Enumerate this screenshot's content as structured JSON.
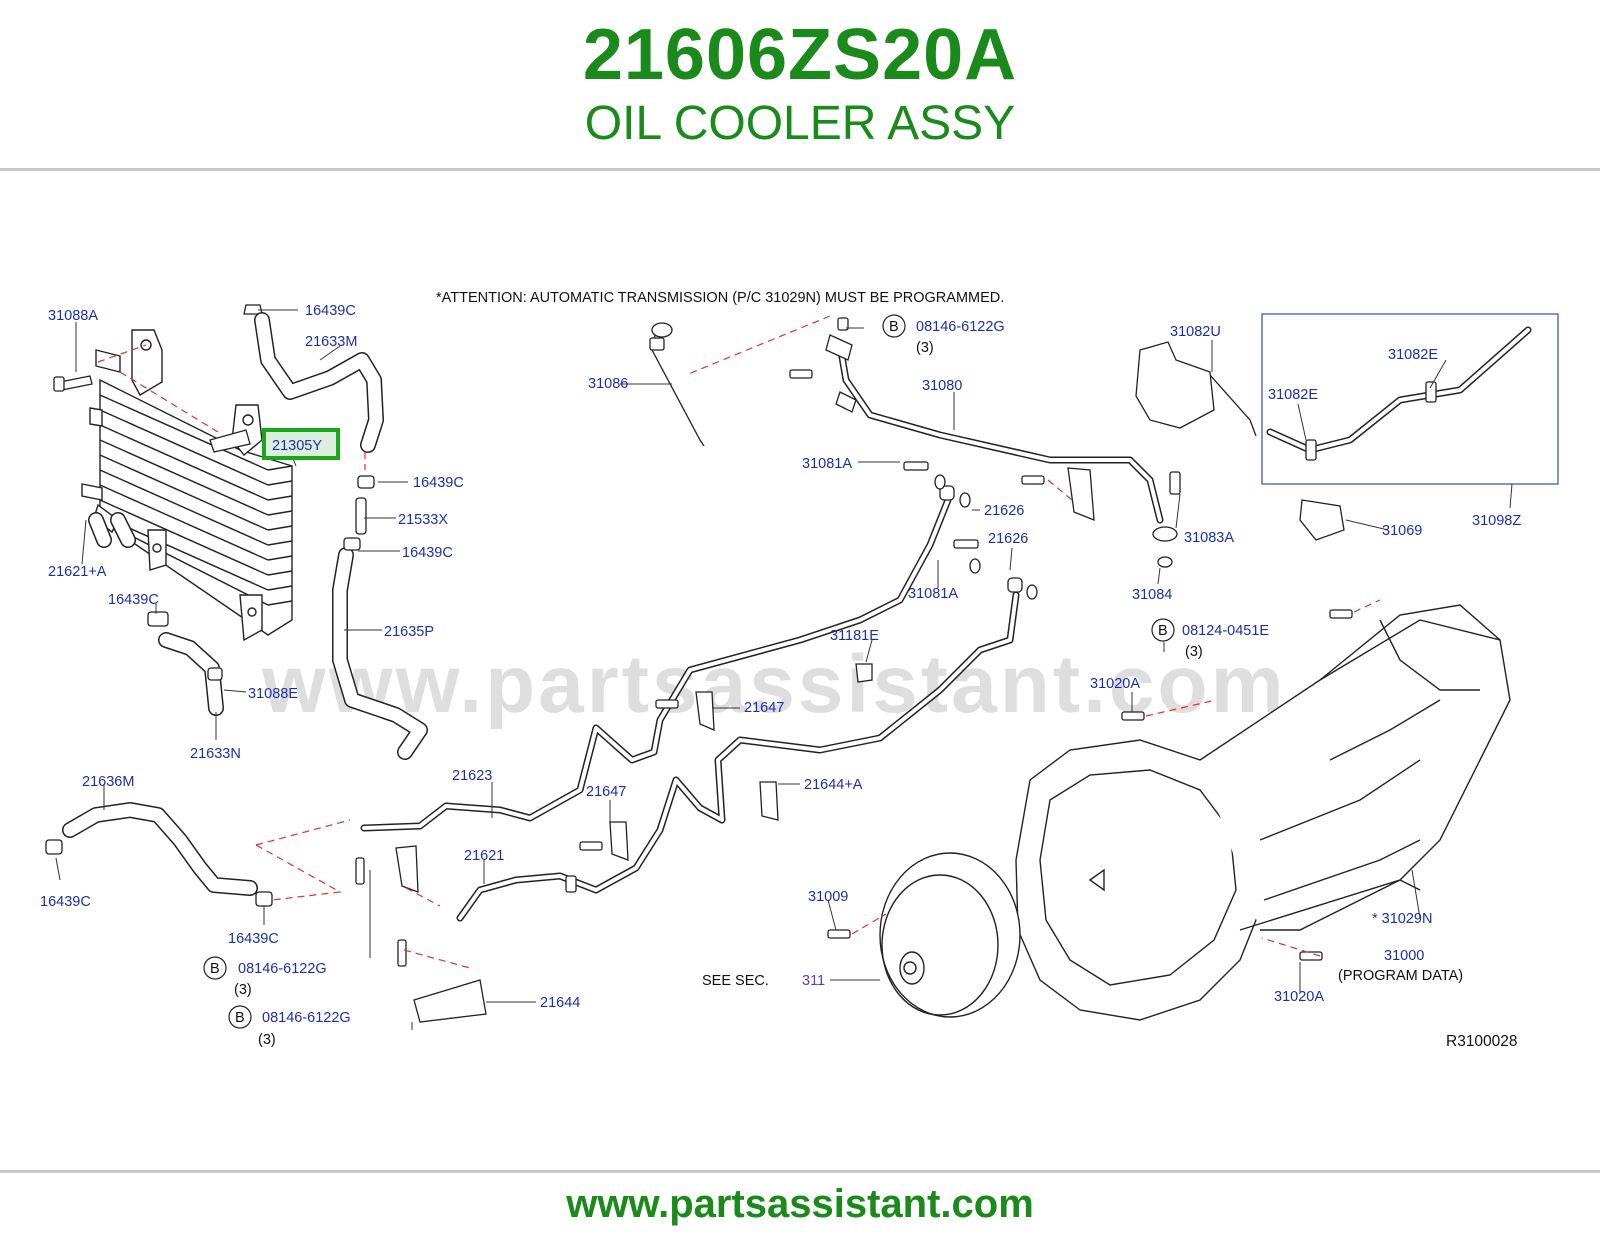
{
  "header": {
    "part_number": "21606ZS20A",
    "part_name": "OIL COOLER ASSY"
  },
  "footer": {
    "url": "www.partsassistant.com"
  },
  "watermark": "www.partsassistant.com",
  "attention": "*ATTENTION:  AUTOMATIC  TRANSMISSION  (P/C  31029N)  MUST  BE  PROGRAMMED.",
  "diagram_code": "R3100028",
  "highlight_color": "#1aa81a",
  "labels": {
    "l_31088A": "31088A",
    "l_16439C_a": "16439C",
    "l_21633M": "21633M",
    "l_21305Y": "21305Y",
    "l_16439C_b": "16439C",
    "l_21533X": "21533X",
    "l_16439C_c": "16439C",
    "l_21621A": "21621+A",
    "l_16439C_d": "16439C",
    "l_21635P": "21635P",
    "l_31088E": "31088E",
    "l_21633N": "21633N",
    "l_21636M": "21636M",
    "l_16439C_e": "16439C",
    "l_16439C_f": "16439C",
    "l_B1": "B",
    "l_08146_a": "08146-6122G",
    "l_q3_a": "(3)",
    "l_B2": "B",
    "l_08146_b": "08146-6122G",
    "l_q3_b": "(3)",
    "l_31086": "31086",
    "l_B3": "B",
    "l_08146_c": "08146-6122G",
    "l_q3_c": "(3)",
    "l_31080": "31080",
    "l_31081A_a": "31081A",
    "l_21626_a": "21626",
    "l_21626_b": "21626",
    "l_31081A_b": "31081A",
    "l_31083A": "31083A",
    "l_31084": "31084",
    "l_31082U": "31082U",
    "l_31082E_a": "31082E",
    "l_31082E_b": "31082E",
    "l_31069": "31069",
    "l_31098Z": "31098Z",
    "l_B4": "B",
    "l_08124": "08124-0451E",
    "l_q3_d": "(3)",
    "l_31181E": "31181E",
    "l_31020A_a": "31020A",
    "l_21647_a": "21647",
    "l_21623": "21623",
    "l_21647_b": "21647",
    "l_21644A": "21644+A",
    "l_21621": "21621",
    "l_21644": "21644",
    "l_31009": "31009",
    "l_see_sec": "SEE   SEC.",
    "l_311": "311",
    "l_31029N": "*   31029N",
    "l_31000": "31000",
    "l_program": "(PROGRAM   DATA)",
    "l_31020A_b": "31020A"
  }
}
